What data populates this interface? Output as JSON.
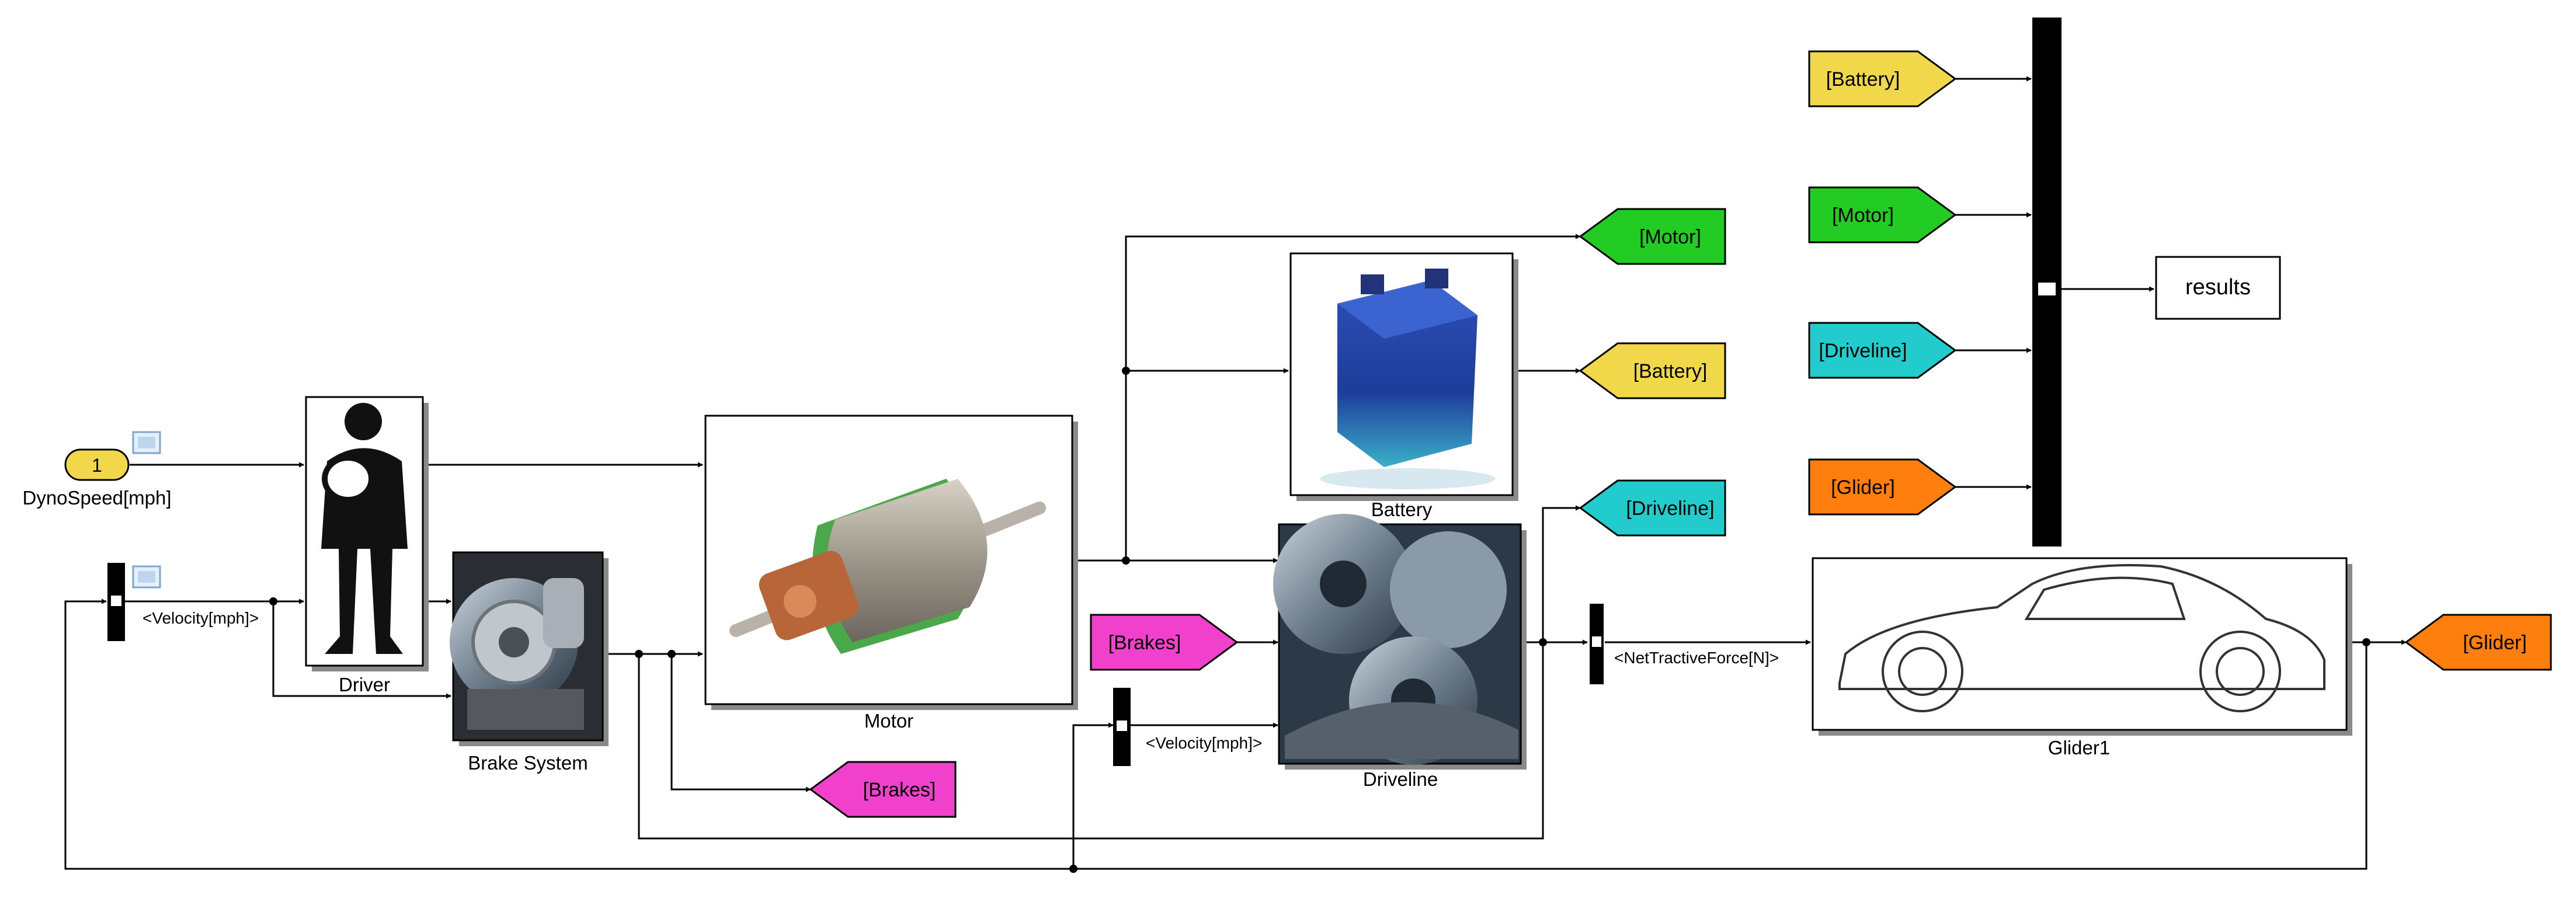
{
  "diagram": {
    "inport": {
      "number": "1",
      "label": "DynoSpeed[mph]",
      "color": "#f0d84a"
    },
    "blocks": {
      "driver": {
        "label": "Driver"
      },
      "brake_system": {
        "label": "Brake System"
      },
      "motor": {
        "label": "Motor"
      },
      "battery": {
        "label": "Battery"
      },
      "driveline": {
        "label": "Driveline"
      },
      "glider": {
        "label": "Glider1"
      },
      "results": {
        "label": "results"
      }
    },
    "signals": {
      "velocity_left": "<Velocity[mph]>",
      "velocity_mid": "<Velocity[mph]>",
      "net_force": "<NetTractiveForce[N]>"
    },
    "goto_tags": [
      {
        "id": "motor",
        "label": "[Motor]",
        "color": "#22cc22"
      },
      {
        "id": "battery",
        "label": "[Battery]",
        "color": "#f0d84a"
      },
      {
        "id": "driveline",
        "label": "[Driveline]",
        "color": "#22cccc"
      },
      {
        "id": "brakes",
        "label": "[Brakes]",
        "color": "#f040cc"
      },
      {
        "id": "glider",
        "label": "[Glider]",
        "color": "#ff7f0e"
      }
    ],
    "from_tags": [
      {
        "id": "brakes",
        "label": "[Brakes]",
        "color": "#f040cc"
      },
      {
        "id": "battery",
        "label": "[Battery]",
        "color": "#f0d84a"
      },
      {
        "id": "motor",
        "label": "[Motor]",
        "color": "#22cc22"
      },
      {
        "id": "driveline",
        "label": "[Driveline]",
        "color": "#22cccc"
      },
      {
        "id": "glider",
        "label": "[Glider]",
        "color": "#ff7f0e"
      }
    ]
  }
}
